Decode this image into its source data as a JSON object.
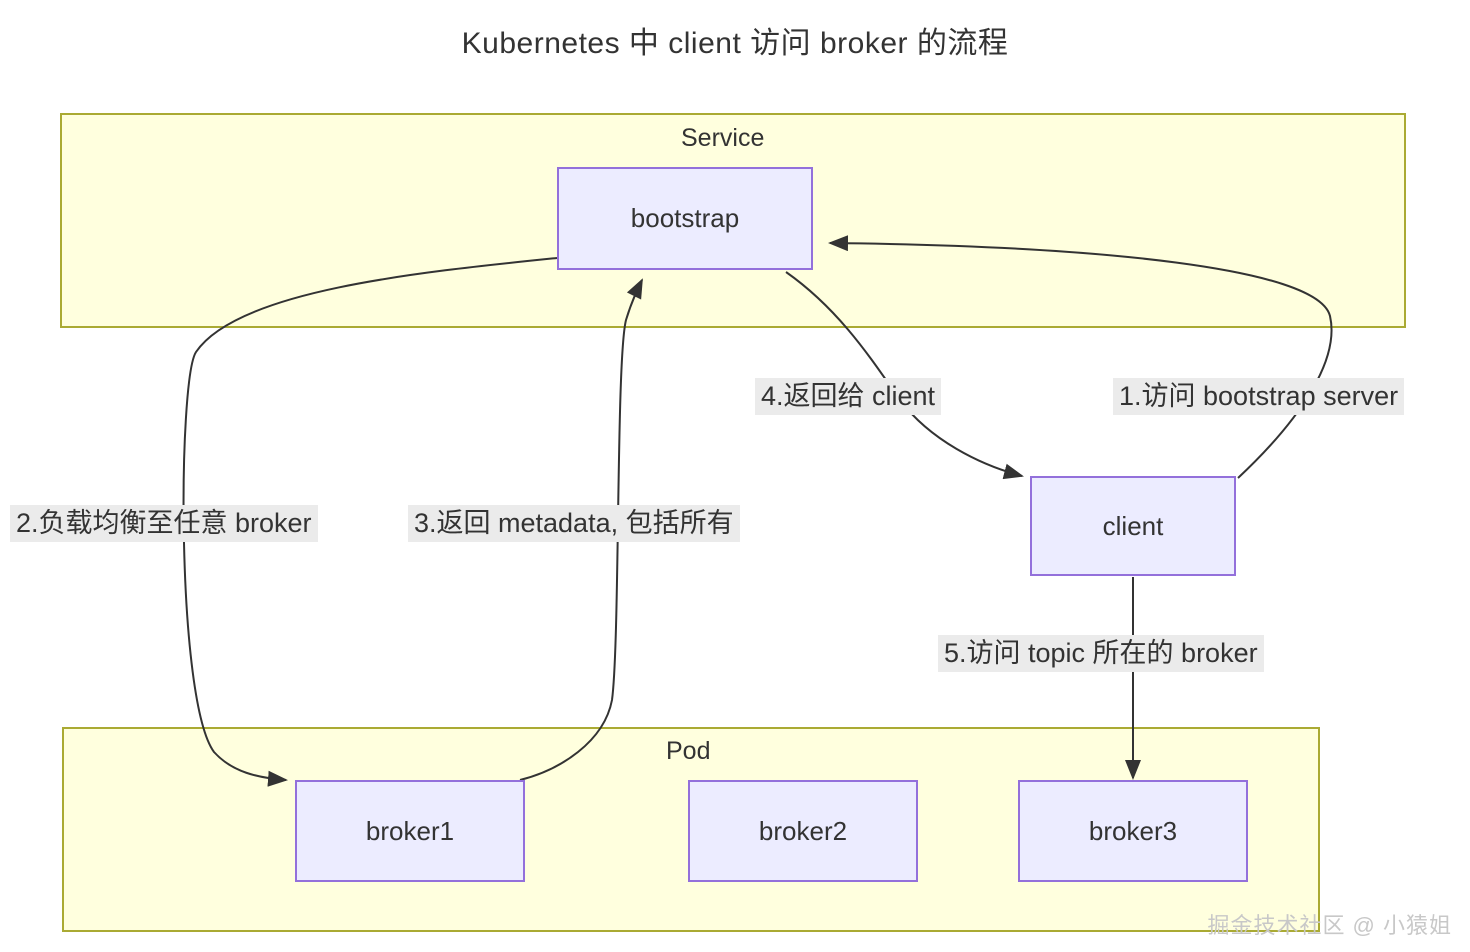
{
  "title": "Kubernetes 中 client 访问 broker 的流程",
  "clusters": [
    {
      "id": "service",
      "label": "Service"
    },
    {
      "id": "pod",
      "label": "Pod"
    }
  ],
  "nodes": [
    {
      "id": "bootstrap",
      "label": "bootstrap"
    },
    {
      "id": "client",
      "label": "client"
    },
    {
      "id": "broker1",
      "label": "broker1"
    },
    {
      "id": "broker2",
      "label": "broker2"
    },
    {
      "id": "broker3",
      "label": "broker3"
    }
  ],
  "edges": [
    {
      "id": "e1",
      "label": "1.访问 bootstrap server",
      "from": "client",
      "to": "bootstrap"
    },
    {
      "id": "e2",
      "label": "2.负载均衡至任意 broker",
      "from": "bootstrap",
      "to": "broker1"
    },
    {
      "id": "e3",
      "label": "3.返回 metadata, 包括所有",
      "from": "broker1",
      "to": "bootstrap"
    },
    {
      "id": "e4",
      "label": "4.返回给 client",
      "from": "bootstrap",
      "to": "client"
    },
    {
      "id": "e5",
      "label": "5.访问 topic 所在的 broker",
      "from": "client",
      "to": "broker3"
    }
  ],
  "watermark": "掘金技术社区 @ 小猿姐",
  "colors": {
    "cluster_fill": "#ffffde",
    "cluster_stroke": "#aaaa33",
    "node_fill": "#ececff",
    "node_stroke": "#9370db",
    "edge_stroke": "#333333",
    "label_bg": "#ebebeb",
    "text": "#333333",
    "watermark": "#c8c8c8"
  }
}
